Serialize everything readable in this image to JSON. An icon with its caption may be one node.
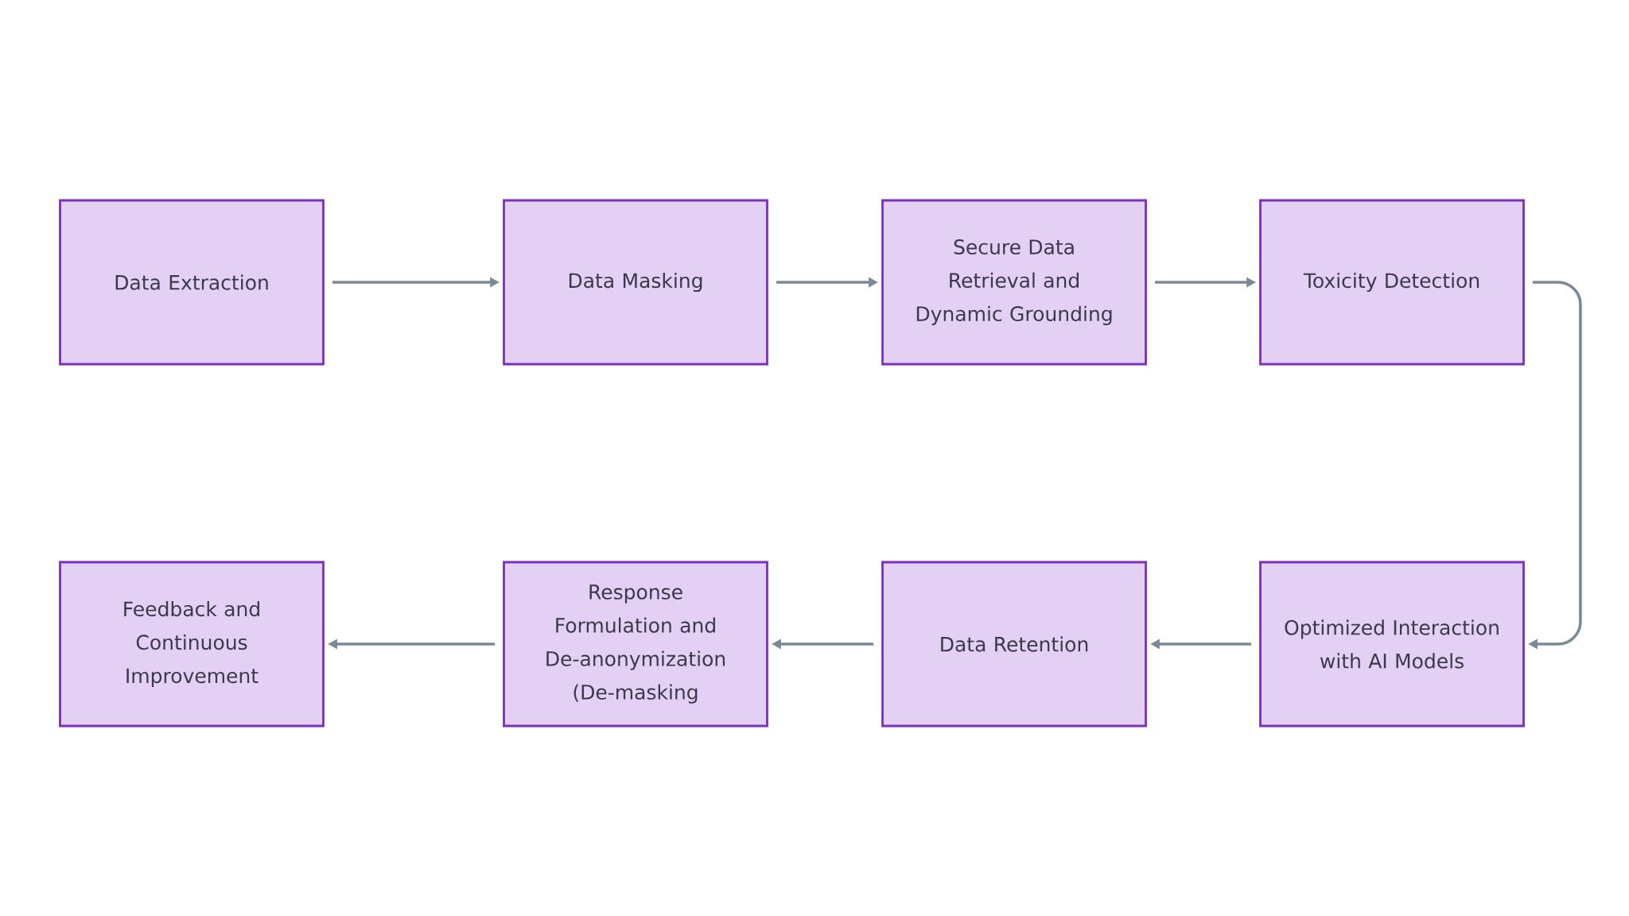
{
  "diagram": {
    "nodes": [
      {
        "text": [
          "Data Extraction"
        ]
      },
      {
        "text": [
          "Data Masking"
        ]
      },
      {
        "text": [
          "Secure Data Retrieval and Dynamic Grounding"
        ]
      },
      {
        "text": [
          "Toxicity Detection"
        ]
      },
      {
        "text": [
          "Feedback and Continuous Improvement"
        ]
      },
      {
        "text": [
          "Response Formulation and De-anonymization (De-masking"
        ]
      },
      {
        "text": [
          "Data Retention"
        ]
      },
      {
        "text": [
          "Optimized Interaction with AI Models"
        ]
      }
    ],
    "edges": [
      {
        "from": 0,
        "to": 1,
        "arrow": "to"
      },
      {
        "from": 1,
        "to": 2,
        "arrow": "to"
      },
      {
        "from": 2,
        "to": 3,
        "arrow": "to"
      },
      {
        "from": 3,
        "to": 7,
        "arrow": "to"
      },
      {
        "from": 7,
        "to": 6,
        "arrow": "to"
      },
      {
        "from": 6,
        "to": 5,
        "arrow": "to"
      },
      {
        "from": 5,
        "to": 4,
        "arrow": "to"
      }
    ]
  }
}
